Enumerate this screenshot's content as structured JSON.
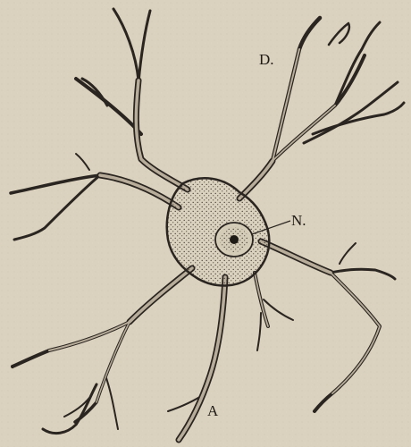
{
  "labels": {
    "dendrite": "D.",
    "nucleus": "N.",
    "axon": "A"
  },
  "colors": {
    "paper": "#dad1be",
    "ink": "#2a2520",
    "stipple": "#4a4138"
  }
}
